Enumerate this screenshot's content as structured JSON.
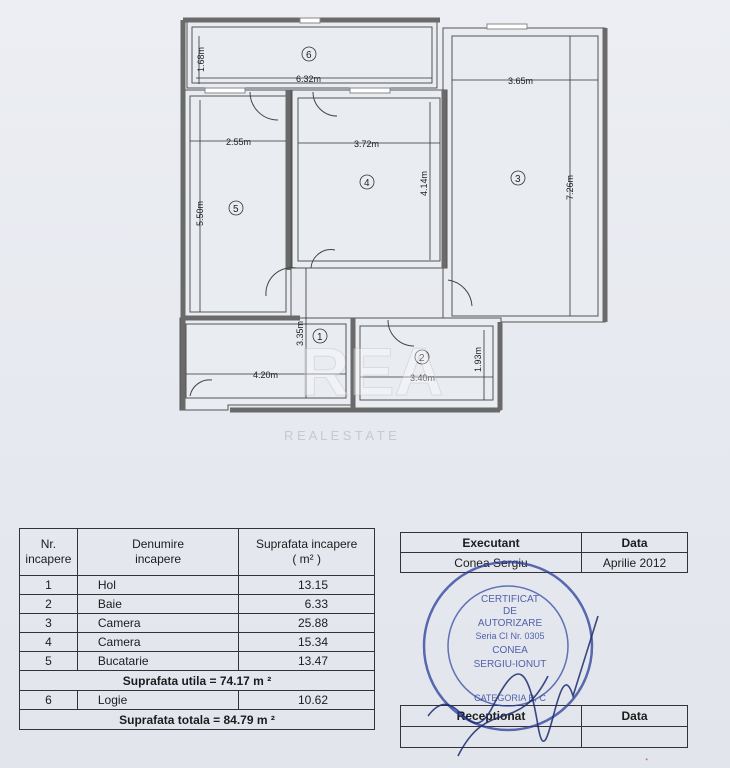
{
  "plan": {
    "dims": {
      "d168": "1.68m",
      "d632": "6.32m",
      "d365": "3.65m",
      "d255": "2.55m",
      "d372": "3.72m",
      "d414": "4.14m",
      "d726": "7.26m",
      "d550": "5.50m",
      "d335": "3.35m",
      "d420": "4.20m",
      "d340": "3.40m",
      "d193": "1.93m"
    },
    "room_numbers": {
      "r1": "1",
      "r2": "2",
      "r3": "3",
      "r4": "4",
      "r5": "5",
      "r6": "6"
    }
  },
  "rooms_table": {
    "headers": {
      "nr": "Nr.\nincapere",
      "name": "Denumire\nincapere",
      "area": "Suprafata incapere\n( m² )"
    },
    "rows": [
      {
        "nr": "1",
        "name": "Hol",
        "area": "13.15"
      },
      {
        "nr": "2",
        "name": "Baie",
        "area": "6.33"
      },
      {
        "nr": "3",
        "name": "Camera",
        "area": "25.88"
      },
      {
        "nr": "4",
        "name": "Camera",
        "area": "15.34"
      },
      {
        "nr": "5",
        "name": "Bucatarie",
        "area": "13.47"
      }
    ],
    "suprafata_utila": "Suprafata utila = 74.17 m ²",
    "logie": {
      "nr": "6",
      "name": "Logie",
      "area": "10.62"
    },
    "suprafata_totala": "Suprafata totala = 84.79 m ²"
  },
  "executant_table": {
    "header_left": "Executant",
    "header_right": "Data",
    "name": "Conea Sergiu",
    "date": "Aprilie 2012"
  },
  "receptionat_table": {
    "header_left": "Receptionat",
    "header_right": "Data"
  },
  "stamp": {
    "line1": "CERTIFICAT",
    "line2": "DE",
    "line3": "AUTORIZARE",
    "line4": "Seria CI Nr. 0305",
    "line5": "CONEA",
    "line6": "SERGIU-IONUT",
    "line7": "CATEGORIA B, C"
  },
  "watermark": {
    "big": "REA",
    "small": "R E A L   E S T A T E"
  },
  "colors": {
    "wall": "#5a5a5a",
    "ink": "#2a3e9a",
    "paper": "#e8ebf0"
  }
}
